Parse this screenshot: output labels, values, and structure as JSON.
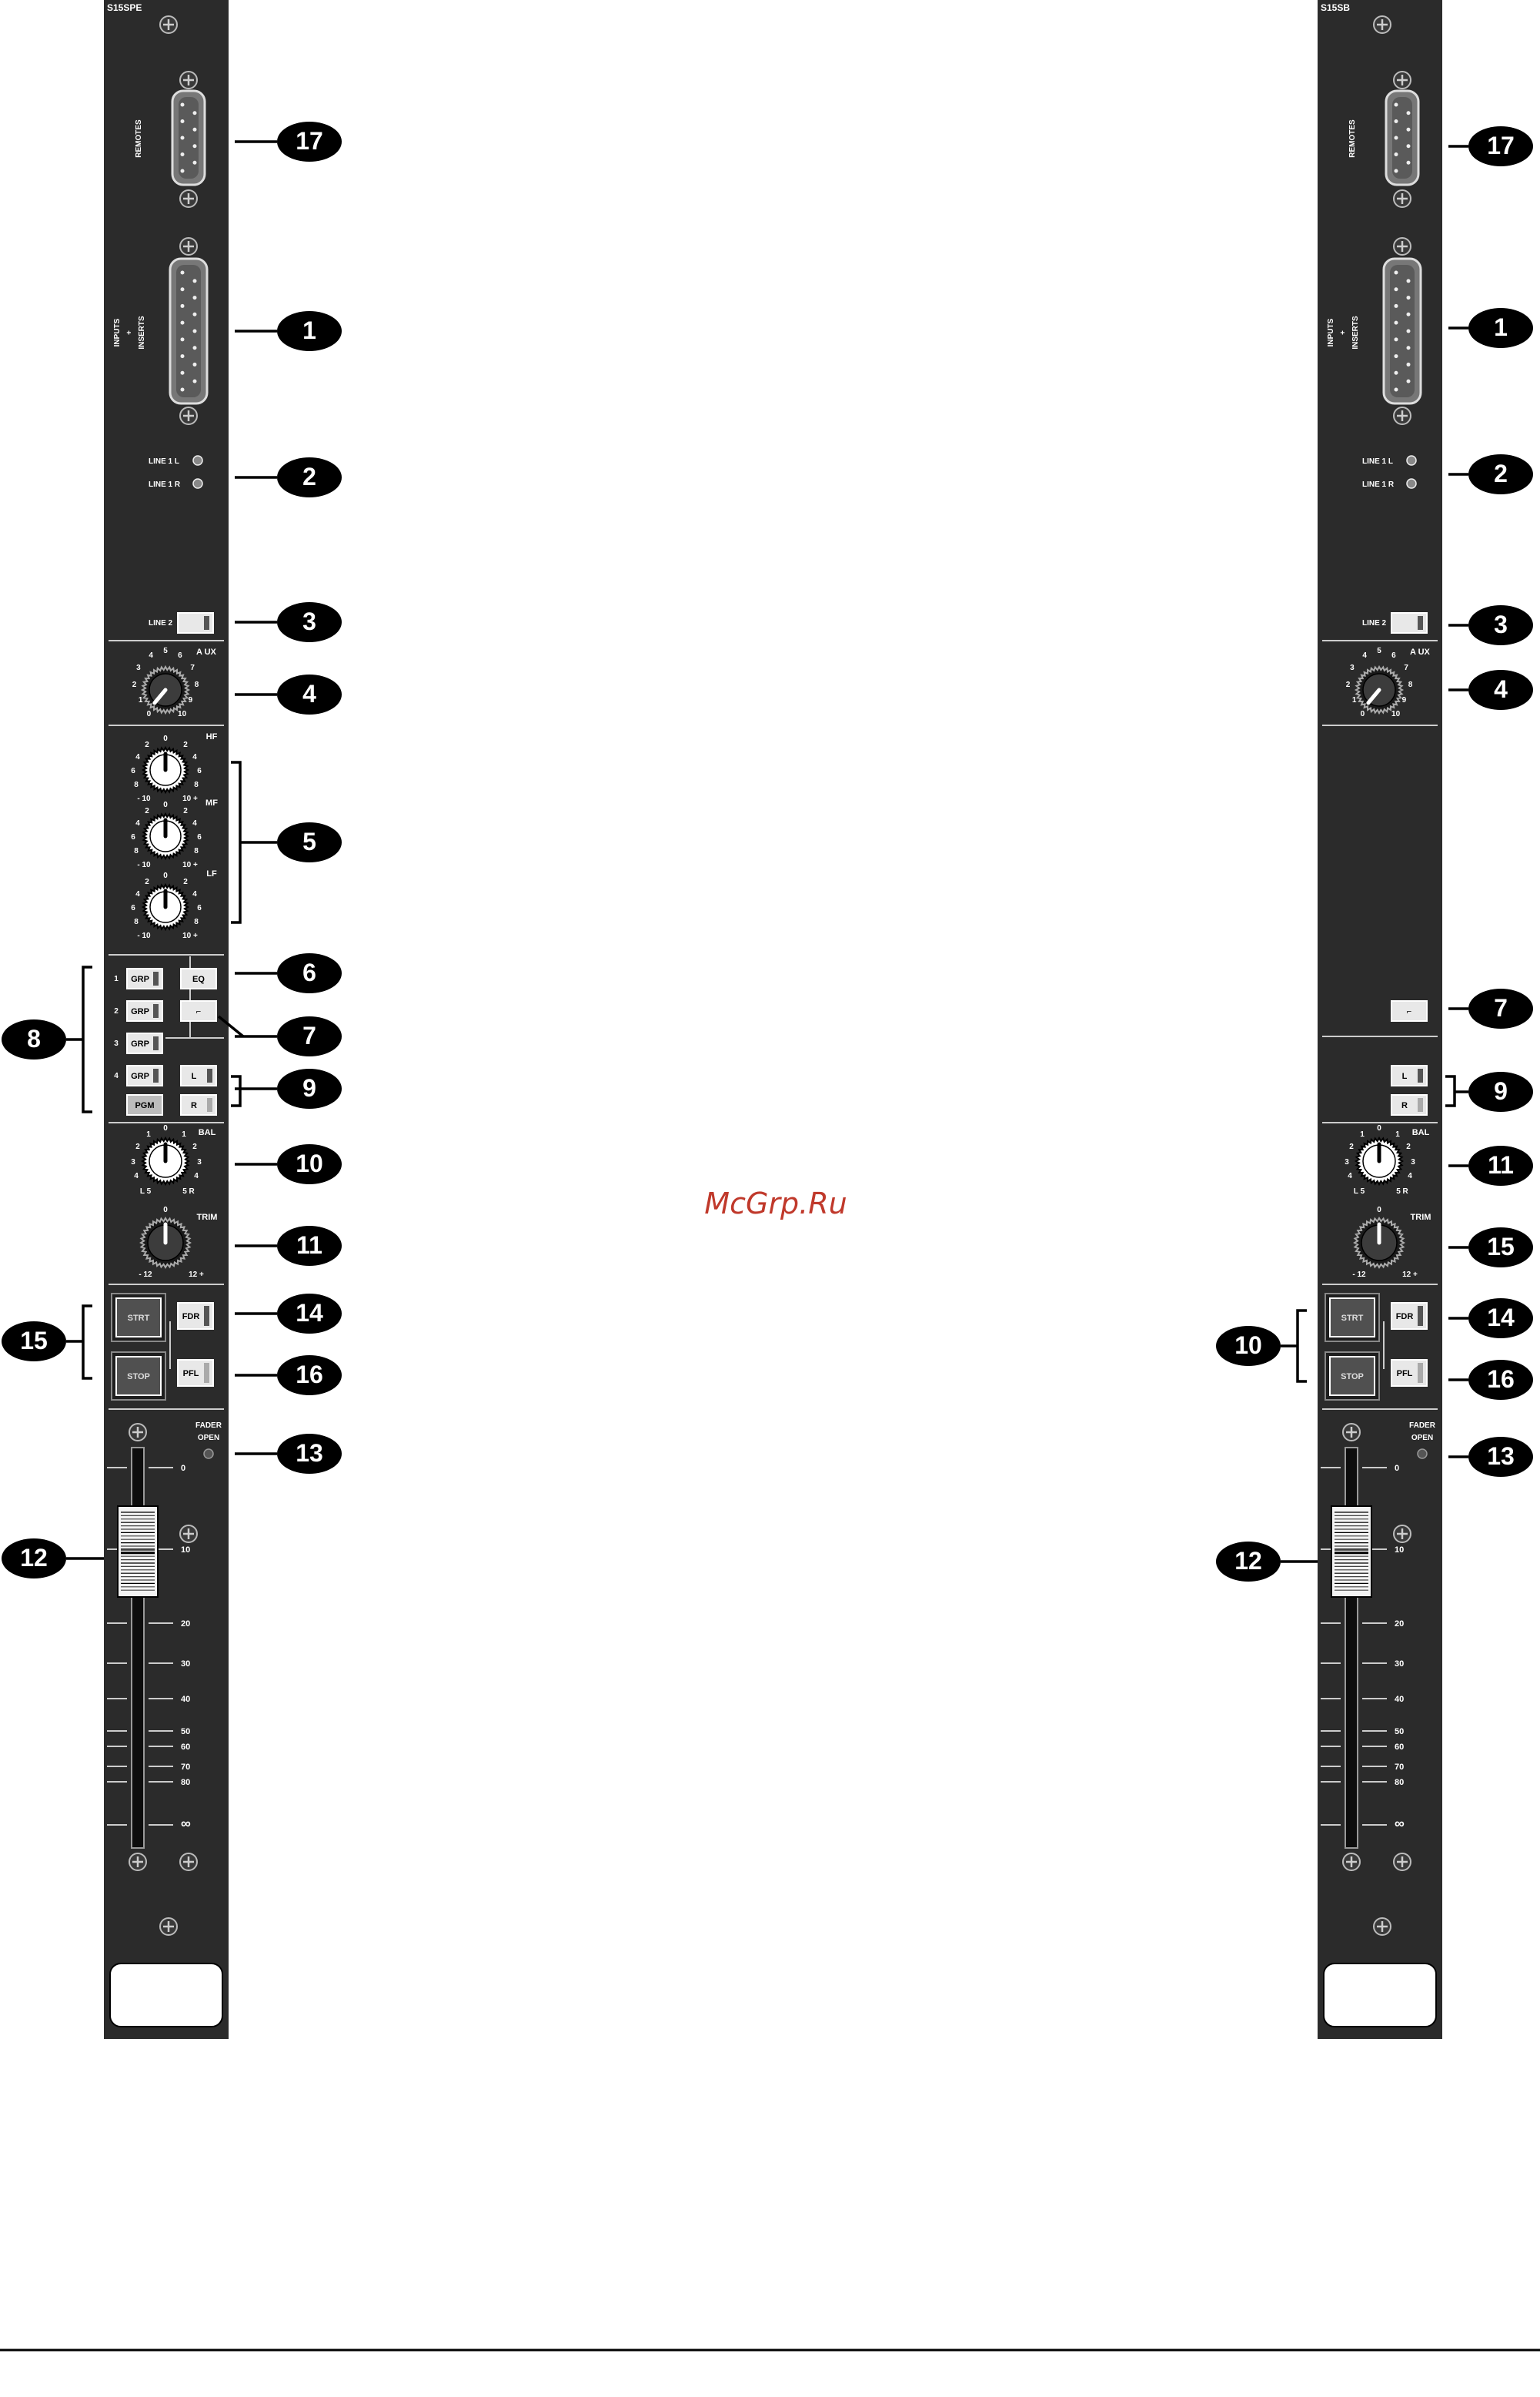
{
  "watermark": "McGrp.Ru",
  "modules": [
    {
      "id": "S15SPE",
      "model_label": "S15SPE",
      "remotes_label": "REMOTES",
      "inputs_label_1": "INPUTS",
      "inputs_label_2": "+",
      "inputs_label_3": "INSERTS",
      "line1l_label": "LINE 1 L",
      "line1r_label": "LINE 1 R",
      "line2_label": "LINE 2",
      "aux_label": "A UX",
      "aux_scale": [
        "0",
        "1",
        "2",
        "3",
        "4",
        "5",
        "6",
        "7",
        "8",
        "9",
        "10"
      ],
      "eq_hf_label": "HF",
      "eq_mf_label": "MF",
      "eq_lf_label": "LF",
      "eq_scale_left": [
        "2",
        "4",
        "6",
        "8",
        "- 10"
      ],
      "eq_scale_right": [
        "2",
        "4",
        "6",
        "8",
        "10 +"
      ],
      "eq_scale_top": "0",
      "eq_button": "EQ",
      "filter_button": "⌐",
      "grp_rows": [
        {
          "num": "1",
          "label": "GRP"
        },
        {
          "num": "2",
          "label": "GRP"
        },
        {
          "num": "3",
          "label": "GRP"
        },
        {
          "num": "4",
          "label": "GRP"
        }
      ],
      "pgm_label": "PGM",
      "l_label": "L",
      "r_label": "R",
      "bal_label": "BAL",
      "bal_scale_left": [
        "1",
        "2",
        "3",
        "4",
        "L 5"
      ],
      "bal_scale_right": [
        "1",
        "2",
        "3",
        "4",
        "5 R"
      ],
      "bal_top": "0",
      "trim_label": "TRIM",
      "trim_scale_left": "- 12",
      "trim_scale_right": "12 +",
      "trim_top": "0",
      "strt_label": "STRT",
      "stop_label": "STOP",
      "fdr_label": "FDR",
      "pfl_label": "PFL",
      "fader_open_label_1": "FADER",
      "fader_open_label_2": "OPEN",
      "fader_scale": [
        "0",
        "10",
        "20",
        "30",
        "40",
        "50",
        "60",
        "70",
        "80",
        "∞"
      ]
    },
    {
      "id": "S15SB",
      "model_label": "S15SB",
      "remotes_label": "REMOTES",
      "inputs_label_1": "INPUTS",
      "inputs_label_2": "+",
      "inputs_label_3": "INSERTS",
      "line1l_label": "LINE 1 L",
      "line1r_label": "LINE 1 R",
      "line2_label": "LINE 2",
      "aux_label": "A UX",
      "aux_scale": [
        "0",
        "1",
        "2",
        "3",
        "4",
        "5",
        "6",
        "7",
        "8",
        "9",
        "10"
      ],
      "filter_button": "⌐",
      "l_label": "L",
      "r_label": "R",
      "bal_label": "BAL",
      "bal_scale_left": [
        "1",
        "2",
        "3",
        "4",
        "L 5"
      ],
      "bal_scale_right": [
        "1",
        "2",
        "3",
        "4",
        "5 R"
      ],
      "bal_top": "0",
      "trim_label": "TRIM",
      "trim_scale_left": "- 12",
      "trim_scale_right": "12 +",
      "trim_top": "0",
      "strt_label": "STRT",
      "stop_label": "STOP",
      "fdr_label": "FDR",
      "pfl_label": "PFL",
      "fader_open_label_1": "FADER",
      "fader_open_label_2": "OPEN",
      "fader_scale": [
        "0",
        "10",
        "20",
        "30",
        "40",
        "50",
        "60",
        "70",
        "80",
        "∞"
      ]
    }
  ],
  "callouts_left_module": [
    "17",
    "1",
    "2",
    "3",
    "4",
    "5",
    "6",
    "7",
    "8",
    "9",
    "10",
    "11",
    "14",
    "15",
    "16",
    "13",
    "12"
  ],
  "callouts_right_module": [
    "17",
    "1",
    "2",
    "3",
    "4",
    "7",
    "9",
    "10",
    "11",
    "15",
    "14",
    "16",
    "13",
    "12"
  ]
}
